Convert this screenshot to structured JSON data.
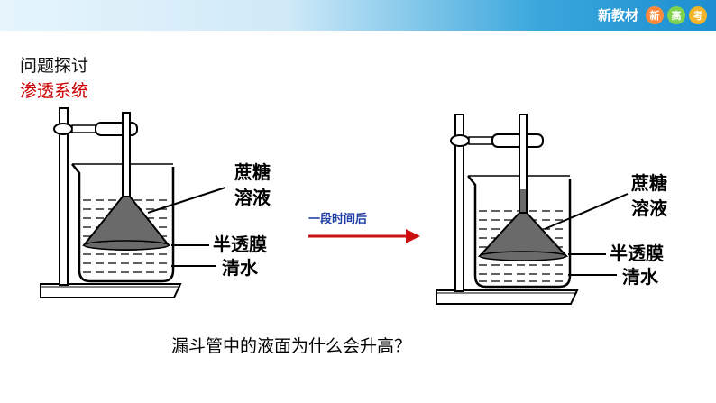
{
  "header": {
    "brand": "新教材",
    "badges": [
      "新",
      "高",
      "考"
    ]
  },
  "title": "问题探讨",
  "subtitle": "渗透系统",
  "left_labels": {
    "sucrose_line1": "蔗糖",
    "sucrose_line2": "溶液",
    "membrane": "半透膜",
    "water": "清水"
  },
  "right_labels": {
    "sucrose_line1": "蔗糖",
    "sucrose_line2": "溶液",
    "membrane": "半透膜",
    "water": "清水"
  },
  "arrow_label": "一段时间后",
  "question": "漏斗管中的液面为什么会升高？",
  "colors": {
    "title": "#111111",
    "subtitle": "#cc0000",
    "arrow": "#cc1010",
    "arrow_text": "#1f3fa8",
    "funnel": "#6a6a6a"
  }
}
